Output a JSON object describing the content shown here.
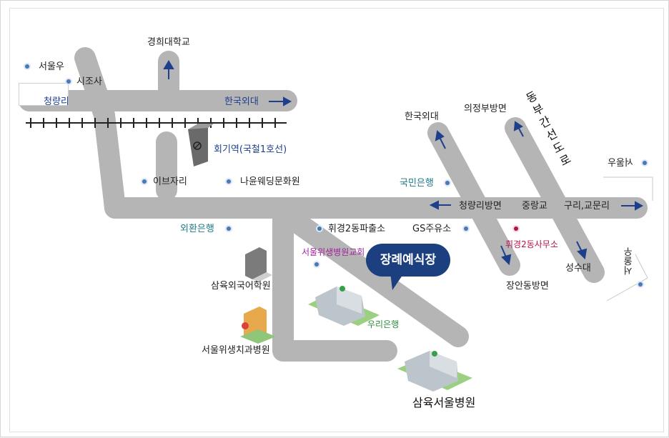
{
  "labels": {
    "kyunghee": "경희대학교",
    "seoulu": "서울우",
    "sijosa": "시조사",
    "cheongnyangri": "청량리",
    "hufs_top": "한국외대",
    "hoegi": "회기역(국철1호선)",
    "ibeujari": "이브자리",
    "nayun": "나윤웨딩문화원",
    "hufs_right": "한국외대",
    "uijeongbu": "의정부방면",
    "dongbu": "동부간선도로",
    "kookmin": "국민은행",
    "cheongnyangri_dir": "청량리방면",
    "junglanggyo": "중랑교",
    "guri": "구리,교문리",
    "seoulu_right": "서울우",
    "exchange": "외환은행",
    "hwigyeong_police": "휘경2동파출소",
    "gs": "GS주유소",
    "hwigyeong_office": "휘경2동사무소",
    "seoul_church": "서울위생병원교회",
    "seongsu": "성수대",
    "seoulu_right2": "서울우",
    "samyuk_lang": "삼육외국어학원",
    "woori": "우리은행",
    "jangan": "장안동방면",
    "dental": "서울위생치과병원",
    "hospital": "삼육서울병원"
  },
  "callout": "장례예식장",
  "colors": {
    "road": "#b5b5b5",
    "arrow": "#1d3f8c",
    "callout": "#1b3f7f",
    "teal_label": "#1c7a86",
    "purple_label": "#a31f9a",
    "red_label": "#b0134a",
    "green_label": "#2d8a3a"
  }
}
